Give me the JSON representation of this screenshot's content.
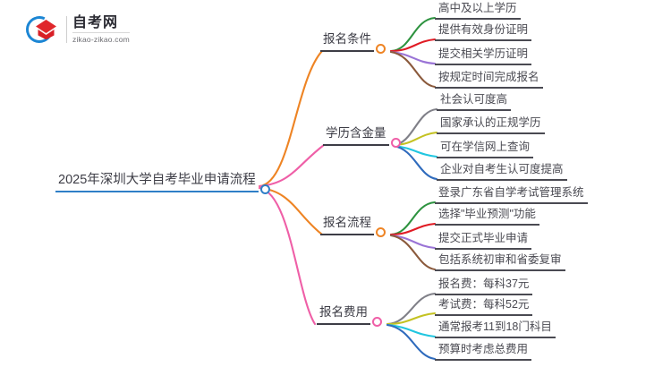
{
  "logo": {
    "title": "自考网",
    "url": "zikao-zikao.com",
    "mark_icon": "graduation-cap-icon",
    "arc_color": "#1c86d4",
    "cap_color": "#e0272c"
  },
  "mindmap": {
    "root": {
      "label": "2025年深圳大学自考毕业申请流程",
      "color": "#2f7fc7"
    },
    "branches": [
      {
        "label": "报名条件",
        "color": "#ee8424",
        "leaves": [
          {
            "label": "高中及以上学历",
            "color": "#2e9340"
          },
          {
            "label": "提供有效身份证明",
            "color": "#e01b24"
          },
          {
            "label": "提交相关学历证明",
            "color": "#9a74d6"
          },
          {
            "label": "按规定时间完成报名",
            "color": "#8b5a3c"
          }
        ]
      },
      {
        "label": "学历含金量",
        "color": "#ef5fa7",
        "leaves": [
          {
            "label": "社会认可度高",
            "color": "#808088"
          },
          {
            "label": "国家承认的正规学历",
            "color": "#c4c222"
          },
          {
            "label": "可在学信网上查询",
            "color": "#21c6e0"
          },
          {
            "label": "企业对自考生认可度提高",
            "color": "#2f6bbd"
          }
        ]
      },
      {
        "label": "报名流程",
        "color": "#ee8424",
        "leaves": [
          {
            "label": "登录广东省自学考试管理系统",
            "color": "#2e9340"
          },
          {
            "label": "选择\"毕业预测\"功能",
            "color": "#e01b24"
          },
          {
            "label": "提交正式毕业申请",
            "color": "#9a74d6"
          },
          {
            "label": "包括系统初审和省委复审",
            "color": "#8b5a3c"
          }
        ]
      },
      {
        "label": "报名费用",
        "color": "#ef5fa7",
        "leaves": [
          {
            "label": "报名费：每科37元",
            "color": "#808088"
          },
          {
            "label": "考试费：每科52元",
            "color": "#c4c222"
          },
          {
            "label": "通常报考11到18门科目",
            "color": "#21c6e0"
          },
          {
            "label": "预算时考虑总费用",
            "color": "#2f6bbd"
          }
        ]
      }
    ]
  }
}
